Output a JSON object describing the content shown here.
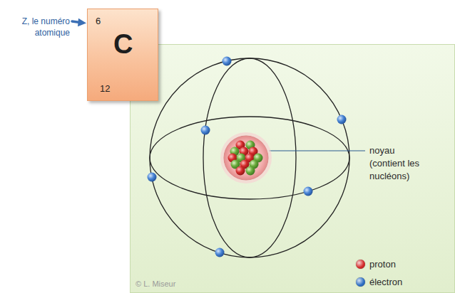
{
  "diagram": {
    "nodes": [
      {
        "text": [
          "6",
          "C",
          "12"
        ]
      }
    ],
    "labels": [
      "Z, le numéro atomique",
      "noyau (contient les nucléons)",
      "© L. Miseur"
    ],
    "legend": [
      {
        "text": "proton",
        "color": "#d42b2b"
      },
      {
        "text": "électron",
        "color": "#2f6fc4"
      }
    ]
  }
}
